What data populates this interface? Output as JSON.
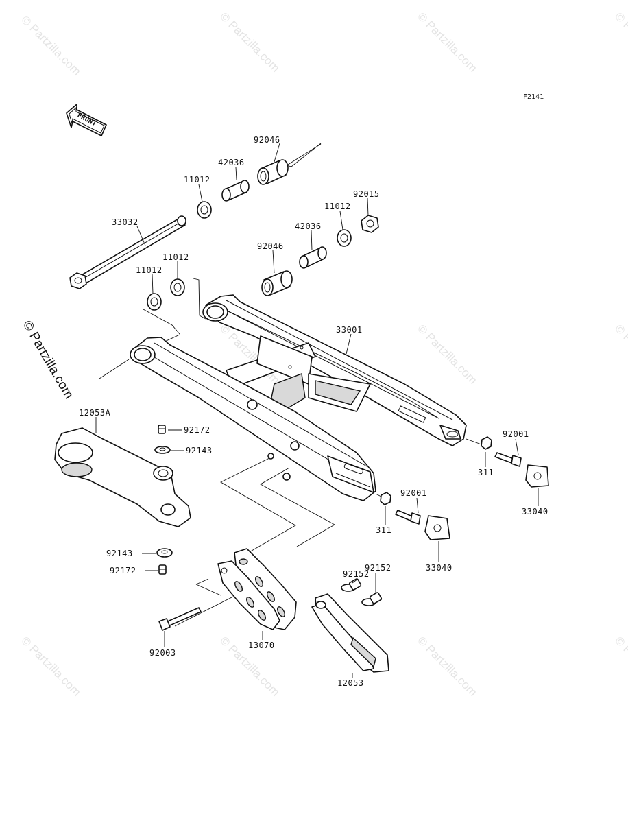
{
  "figure_code": "F2141",
  "front_arrow_label": "FRONT",
  "side_watermark": "© Partzilla.com",
  "watermark_text": "© Partzilla.com",
  "parts": {
    "p92046_top": "92046",
    "p42036_top": "42036",
    "p11012_a": "11012",
    "p92015": "92015",
    "p11012_b": "11012",
    "p33032": "33032",
    "p42036_mid": "42036",
    "p92046_mid": "92046",
    "p11012_c": "11012",
    "p11012_d": "11012",
    "p33001": "33001",
    "p12053A": "12053A",
    "p92172_top": "92172",
    "p92143_top": "92143",
    "p92001_right": "92001",
    "p311_right": "311",
    "p33040_right": "33040",
    "p92001_mid": "92001",
    "p311_mid": "311",
    "p33040_mid": "33040",
    "p92143_bot": "92143",
    "p92172_bot": "92172",
    "p92152_a": "92152",
    "p92152_b": "92152",
    "p92003": "92003",
    "p13070": "13070",
    "p12053": "12053"
  }
}
